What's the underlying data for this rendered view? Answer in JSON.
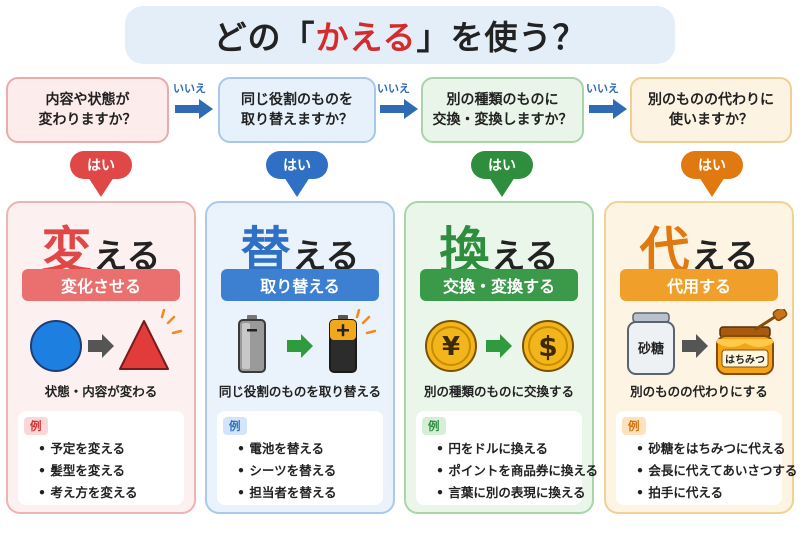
{
  "title": {
    "pre": "どの「",
    "highlight": "かえる",
    "post": "」を使う？"
  },
  "no_label": "いいえ",
  "yes_label": "はい",
  "questions": [
    {
      "line1": "内容や状態が",
      "line2": "変わりますか？"
    },
    {
      "line1": "同じ役割のものを",
      "line2": "取り替えますか？"
    },
    {
      "line1": "別の種類のものに",
      "line2": "交換・変換しますか？"
    },
    {
      "line1": "別のものの代わりに",
      "line2": "使いますか？"
    }
  ],
  "cards": [
    {
      "kanji": "変",
      "kana": "える",
      "meaning": "変化させる",
      "description": "状態・内容が変わる",
      "example_label": "例",
      "examples": [
        "予定を変える",
        "髪型を変える",
        "考え方を変える"
      ],
      "color": "#e04848"
    },
    {
      "kanji": "替",
      "kana": "える",
      "meaning": "取り替える",
      "description": "同じ役割のものを取り替える",
      "example_label": "例",
      "examples": [
        "電池を替える",
        "シーツを替える",
        "担当者を替える"
      ],
      "color": "#2f6fc4"
    },
    {
      "kanji": "換",
      "kana": "える",
      "meaning": "交換・変換する",
      "description": "別の種類のものに交換する",
      "example_label": "例",
      "examples": [
        "円をドルに換える",
        "ポイントを商品券に換える",
        "言葉に別の表現に換える"
      ],
      "color": "#2f8d3e"
    },
    {
      "kanji": "代",
      "kana": "える",
      "meaning": "代用する",
      "description": "別のものの代わりにする",
      "example_label": "例",
      "examples": [
        "砂糖をはちみつに代える",
        "会長に代えてあいさつする",
        "拍手に代える"
      ],
      "color": "#e07a10"
    }
  ],
  "illustrations": {
    "yen_symbol": "¥",
    "dollar_symbol": "$",
    "jar_label": "砂糖",
    "honey_label": "はちみつ"
  },
  "colors": {
    "title_highlight": "#d62b2b",
    "arrow_blue": "#2f6bb5",
    "red": "#e04848",
    "blue": "#2f6fc4",
    "green": "#2f8d3e",
    "orange": "#e07a10"
  }
}
